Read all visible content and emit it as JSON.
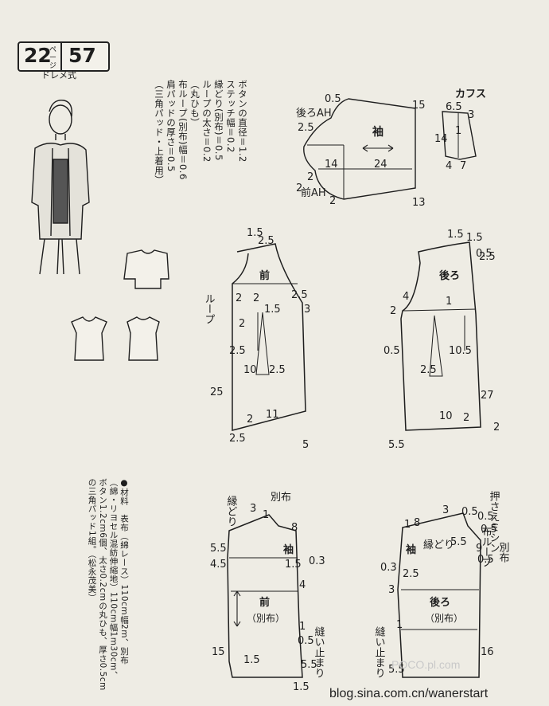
{
  "header": {
    "page": "22",
    "page_sub": "ページ",
    "number": "57",
    "style": "ドレメ式"
  },
  "notes_top": "ボタンの直径＝1.2\nステッチ幅＝0.2\n縁どり(別布)＝0.5\nループの太さ＝0.2\n（丸ひも）\n布ループ(別布)幅＝0.6\n肩パッドの厚さ＝0.5\n（三角パッド・上着用）",
  "materials": "●材料　表布（綿レース）110cm幅2m、別布\n（綿・リヨセル混紡伸縮地）110cm幅1m30cm、\nボタン1.2cm6個、太さ0.2cmの丸ひも、厚さ0.5cm\nの三角パッド1組。（松永茂美）",
  "sleeve": {
    "title": "袖",
    "back_ah": "後ろAH",
    "front_ah": "前AH",
    "nums": [
      "0.5",
      "2.5",
      "2",
      "14",
      "24",
      "15",
      "2",
      "2",
      "13"
    ]
  },
  "cuff": {
    "title": "カフス",
    "nums": [
      "6.5",
      "3",
      "14",
      "1",
      "4",
      "7"
    ]
  },
  "front": {
    "label": "前",
    "loop": "ループ",
    "nums": [
      "1.5",
      "2.5",
      "2",
      "2",
      "1.5",
      "2.5",
      "3",
      "2",
      "2.5",
      "10",
      "2.5",
      "25",
      "11",
      "2",
      "2.5",
      "5"
    ]
  },
  "back": {
    "label": "後ろ",
    "nums": [
      "1.5",
      "1.5",
      "0.5",
      "2.5",
      "4",
      "2",
      "1",
      "0.5",
      "10.5",
      "2.5",
      "27",
      "10",
      "2",
      "5.5",
      "2"
    ]
  },
  "front_lining": {
    "label": "前",
    "label2": "（別布）",
    "sleeve": "袖",
    "binding": "縁どり",
    "extra": "別布",
    "seam": "縫い止まり",
    "nums": [
      "3",
      "1",
      "8",
      "5.5",
      "4.5",
      "1.5",
      "0.3",
      "4",
      "1",
      "0.5",
      "15",
      "1.5",
      "5.5",
      "1.5"
    ]
  },
  "back_lining": {
    "label": "後ろ",
    "label2": "（別布）",
    "sleeve": "袖",
    "binding": "縁どり",
    "stitch": "押さえミシン",
    "loop": "布ループ",
    "extra": "別布",
    "seam": "縫い止まり",
    "nums": [
      "1",
      "8",
      "3",
      "0.5",
      "0.5",
      "5.5",
      "0.5",
      "9",
      "0.5",
      "0.3",
      "2.5",
      "3",
      "1",
      "16",
      "5.5"
    ]
  },
  "watermark": "blog.sina.com.cn/wanerstart",
  "pl_watermark": "POCO.pl.com"
}
